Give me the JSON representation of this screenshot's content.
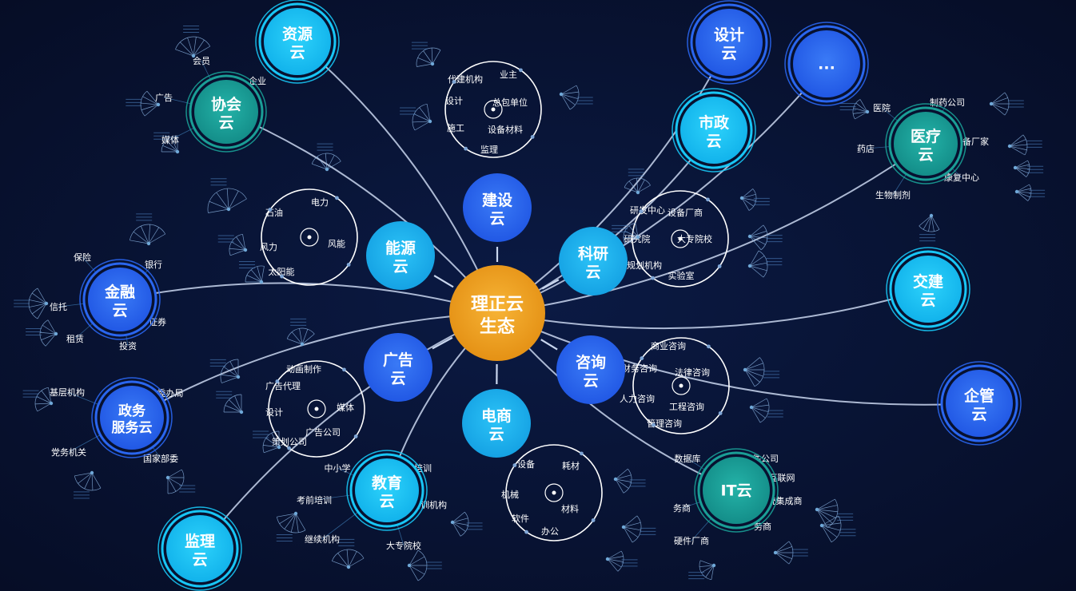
{
  "center": {
    "line1": "理正云",
    "line2": "生态"
  },
  "colors": {
    "orange": "#f0a01e",
    "cyan": "#1fb2f0",
    "blue": "#2a66ef",
    "teal": "#1a9e96",
    "lightcyan": "#18c6f5",
    "link": "#c9d6ee",
    "ringStroke": "#ffffff",
    "fan": "#8fb8e6"
  },
  "inner_nodes": [
    {
      "id": "jianshe",
      "line1": "建设",
      "line2": "云",
      "color": "blue"
    },
    {
      "id": "nengyuan",
      "line1": "能源",
      "line2": "云",
      "color": "cyan"
    },
    {
      "id": "keyan",
      "line1": "科研",
      "line2": "云",
      "color": "cyan"
    },
    {
      "id": "guanggao",
      "line1": "广告",
      "line2": "云",
      "color": "blue"
    },
    {
      "id": "zixun",
      "line1": "咨询",
      "line2": "云",
      "color": "blue"
    },
    {
      "id": "dianshang",
      "line1": "电商",
      "line2": "云",
      "color": "cyan"
    }
  ],
  "outer_nodes": [
    {
      "id": "ziyuan",
      "line1": "资源",
      "line2": "云",
      "color": "lightcyan"
    },
    {
      "id": "xiehui",
      "line1": "协会",
      "line2": "云",
      "color": "teal"
    },
    {
      "id": "jinrong",
      "line1": "金融",
      "line2": "云",
      "color": "blue"
    },
    {
      "id": "zhengwu",
      "line1": "政务",
      "line2": "服务云",
      "color": "blue"
    },
    {
      "id": "jianli",
      "line1": "监理",
      "line2": "云",
      "color": "lightcyan"
    },
    {
      "id": "jiaoyu",
      "line1": "教育",
      "line2": "云",
      "color": "lightcyan"
    },
    {
      "id": "sheji",
      "line1": "设计",
      "line2": "云",
      "color": "blue"
    },
    {
      "id": "more",
      "line1": "...",
      "line2": "",
      "color": "blue"
    },
    {
      "id": "shizheng",
      "line1": "市政",
      "line2": "云",
      "color": "lightcyan"
    },
    {
      "id": "yiliao",
      "line1": "医疗",
      "line2": "云",
      "color": "teal"
    },
    {
      "id": "jiaojian",
      "line1": "交建",
      "line2": "云",
      "color": "lightcyan"
    },
    {
      "id": "qiguan",
      "line1": "企管",
      "line2": "云",
      "color": "blue"
    },
    {
      "id": "it",
      "line1": "IT云",
      "line2": "",
      "color": "teal"
    }
  ],
  "rings": [
    {
      "id": "jianshe-ring",
      "labels": [
        "代建机构",
        "业主",
        "设计",
        "总包单位",
        "施工",
        "设备材料",
        "监理"
      ]
    },
    {
      "id": "nengyuan-ring",
      "labels": [
        "电力",
        "石油",
        "风力",
        "风能",
        "太阳能"
      ]
    },
    {
      "id": "keyan-ring",
      "labels": [
        "研发中心",
        "设备厂商",
        "研究院",
        "大专院校",
        "规划机构",
        "实验室"
      ]
    },
    {
      "id": "guanggao-ring",
      "labels": [
        "动画制作",
        "广告代理",
        "设计",
        "媒体",
        "广告公司",
        "策划公司"
      ]
    },
    {
      "id": "zixun-ring",
      "labels": [
        "商业咨询",
        "财务咨询",
        "法律咨询",
        "人力咨询",
        "工程咨询",
        "管理咨询"
      ]
    },
    {
      "id": "dianshang-ring",
      "labels": [
        "设备",
        "耗材",
        "机械",
        "材料",
        "软件",
        "办公"
      ]
    }
  ],
  "satellites": {
    "xiehui": [
      "会员",
      "企业",
      "广告",
      "媒体"
    ],
    "jinrong": [
      "保险",
      "银行",
      "信托",
      "证券",
      "租赁",
      "投资"
    ],
    "zhengwu": [
      "基层机构",
      "委办局",
      "党务机关",
      "国家部委"
    ],
    "jiaoyu": [
      "中小学",
      "网络培训",
      "考前培训",
      "培训机构",
      "继续机构",
      "大专院校"
    ],
    "yiliao": [
      "医院",
      "制药公司",
      "药店",
      "设备厂家",
      "康复中心",
      "生物制剂"
    ],
    "it": [
      "数据库",
      "软件公司",
      "互联网",
      "务商",
      "系统集成商",
      "务商",
      "硬件厂商"
    ]
  }
}
